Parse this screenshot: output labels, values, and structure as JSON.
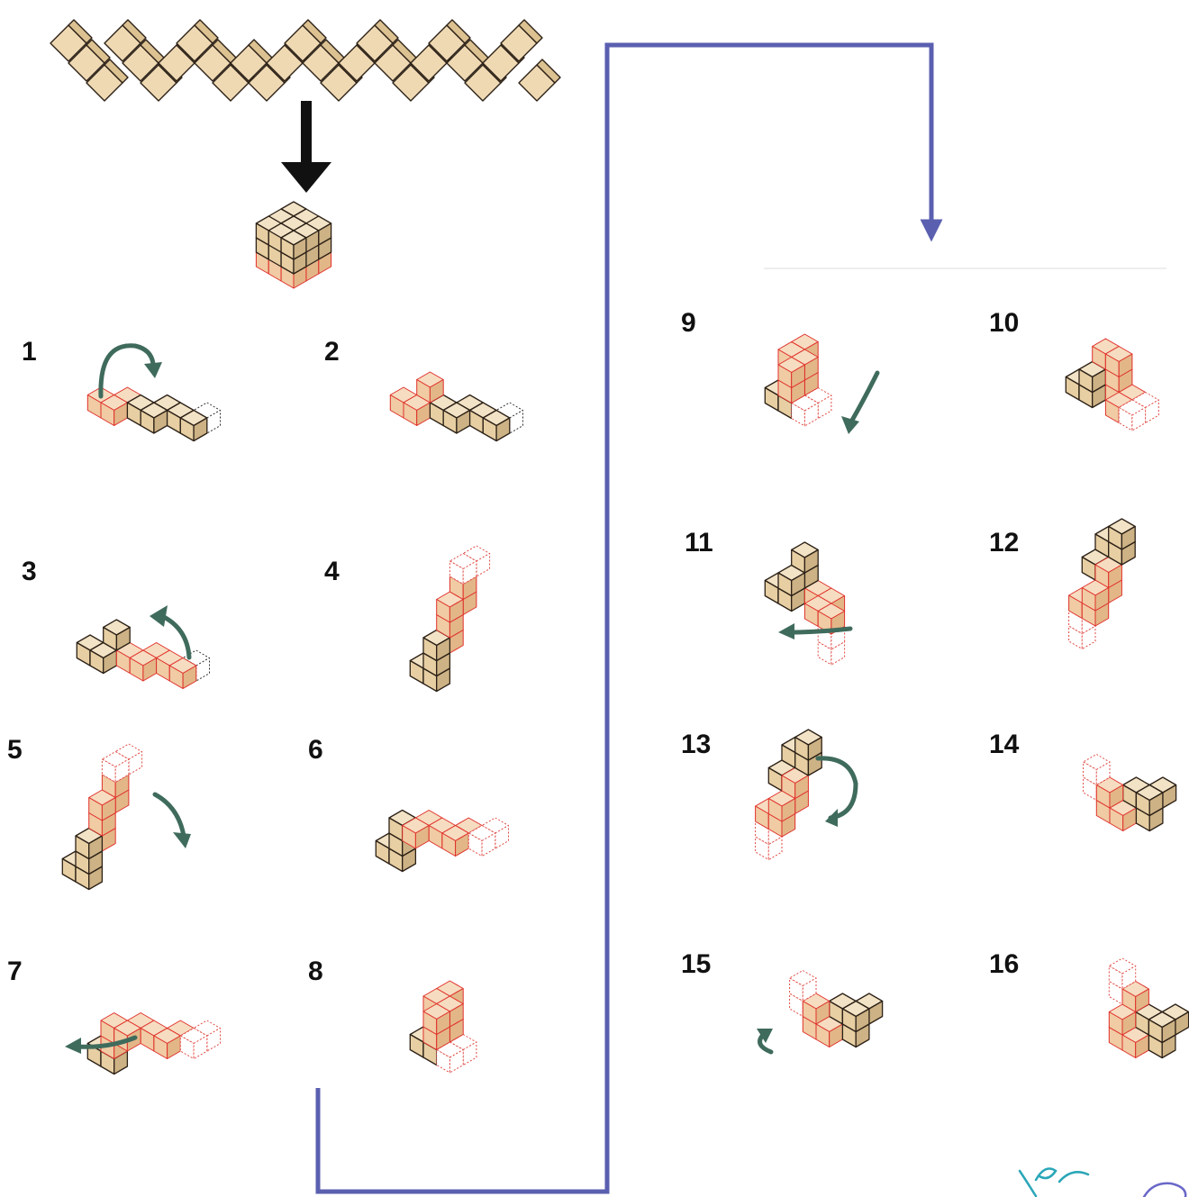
{
  "steps": [
    {
      "label": "1"
    },
    {
      "label": "2"
    },
    {
      "label": "3"
    },
    {
      "label": "4"
    },
    {
      "label": "5"
    },
    {
      "label": "6"
    },
    {
      "label": "7"
    },
    {
      "label": "8"
    },
    {
      "label": "9"
    },
    {
      "label": "10"
    },
    {
      "label": "11"
    },
    {
      "label": "12"
    },
    {
      "label": "13"
    },
    {
      "label": "14"
    },
    {
      "label": "15"
    },
    {
      "label": "16"
    }
  ],
  "colors": {
    "cube_top": "#f3e3c6",
    "cube_left": "#e7cfa3",
    "cube_right": "#cdb285",
    "edge_dark": "#2c2117",
    "edge_red": "#e0302a",
    "rotation_arrow": "#3f6b5c",
    "flow_line": "#5a5fb0",
    "down_arrow": "#111111",
    "signature": "#2aa6b8"
  },
  "icons": {
    "rotation": "curved-arrow-icon",
    "flow": "flow-connector-arrow",
    "down": "down-arrow-icon",
    "logo": "signature-logo"
  }
}
